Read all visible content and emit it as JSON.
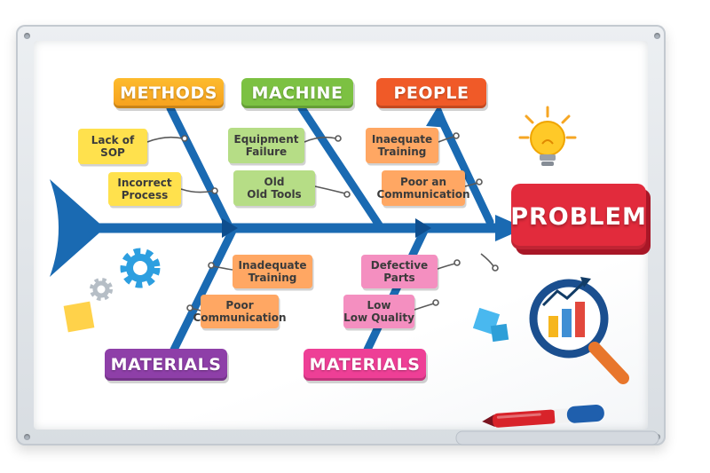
{
  "diagram": {
    "type": "fishbone",
    "problem_label": "PROBLEM",
    "categories": [
      {
        "id": "methods",
        "label": "METHODS",
        "side": "top"
      },
      {
        "id": "machine",
        "label": "MACHINE",
        "side": "top"
      },
      {
        "id": "people",
        "label": "PEOPLE",
        "side": "top"
      },
      {
        "id": "materials-left",
        "label": "MATERIALS",
        "side": "bottom"
      },
      {
        "id": "materials-right",
        "label": "MATERIALS",
        "side": "bottom"
      }
    ],
    "causes": [
      {
        "category": "methods",
        "label": "Lack of\nSOP"
      },
      {
        "category": "methods",
        "label": "Incorrect\nProcess"
      },
      {
        "category": "machine",
        "label": "Equipment\nFailure"
      },
      {
        "category": "machine",
        "label": "Old\nOld Tools"
      },
      {
        "category": "people",
        "label": "Inaequate\nTraining"
      },
      {
        "category": "people",
        "label": "Poor an\nCommunication"
      },
      {
        "category": "materials-left",
        "label": "Inadequate\nTraining"
      },
      {
        "category": "materials-left",
        "label": "Poor\nCommunication"
      },
      {
        "category": "materials-right",
        "label": "Defective\nParts"
      },
      {
        "category": "materials-right",
        "label": "Low\nLow Quality"
      }
    ]
  },
  "icons": [
    {
      "name": "lightbulb-icon"
    },
    {
      "name": "magnifier-chart-icon"
    },
    {
      "name": "gear-icon"
    },
    {
      "name": "small-gear-icon"
    },
    {
      "name": "sticky-note-yellow-icon"
    },
    {
      "name": "sticky-note-blue-icon"
    },
    {
      "name": "marker-pen-icon"
    },
    {
      "name": "whiteboard-tray"
    }
  ],
  "colors": {
    "spine_blue": "#1a6ab2",
    "methods_orange": "#f6a01d",
    "machine_green": "#7cc142",
    "people_orange": "#f05a28",
    "materials_purple": "#8e3fa8",
    "materials_pink": "#ee3f96",
    "problem_red": "#e22b3c",
    "cause_yellow": "#ffe14d",
    "cause_green": "#b6dd86",
    "cause_orange": "#ffa763",
    "cause_pink": "#f48fc0"
  }
}
